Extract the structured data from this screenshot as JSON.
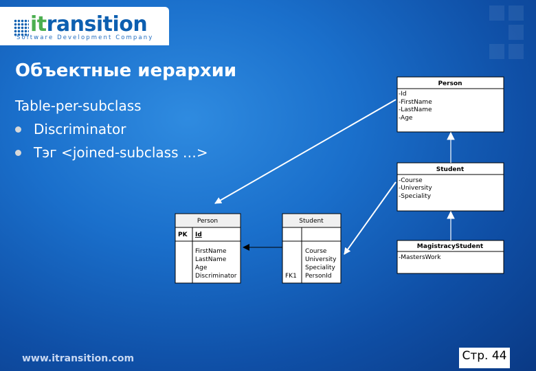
{
  "logo": {
    "prefix": "it",
    "rest": "ransition",
    "tagline": "Software Development Company"
  },
  "title": "Объектные иерархии",
  "subtitle": "Table-per-subclass",
  "bullets": [
    "Discriminator",
    "Тэг <joined-subclass …>"
  ],
  "footer": {
    "url": "www.itransition.com",
    "page": "Стр. 44"
  },
  "class_diagram": {
    "classes": [
      {
        "name": "Person",
        "attributes": [
          "-Id",
          "-FirstName",
          "-LastName",
          "-Age"
        ]
      },
      {
        "name": "Student",
        "attributes": [
          "-Course",
          "-University",
          "-Speciality"
        ]
      },
      {
        "name": "MagistracyStudent",
        "attributes": [
          "-MastersWork"
        ]
      }
    ]
  },
  "db_diagram": {
    "tables": [
      {
        "name": "Person",
        "pk_label": "PK",
        "pk_field": "Id",
        "fk_label": "",
        "fields": [
          "FirstName",
          "LastName",
          "Age",
          "Discriminator"
        ]
      },
      {
        "name": "Student",
        "fk_label": "FK1",
        "fields": [
          "Course",
          "University",
          "Speciality",
          "PersonId"
        ]
      }
    ]
  },
  "colors": {
    "background": "#1a6fcb",
    "logo_blue": "#0d5fb0",
    "logo_green": "#4caf50"
  }
}
